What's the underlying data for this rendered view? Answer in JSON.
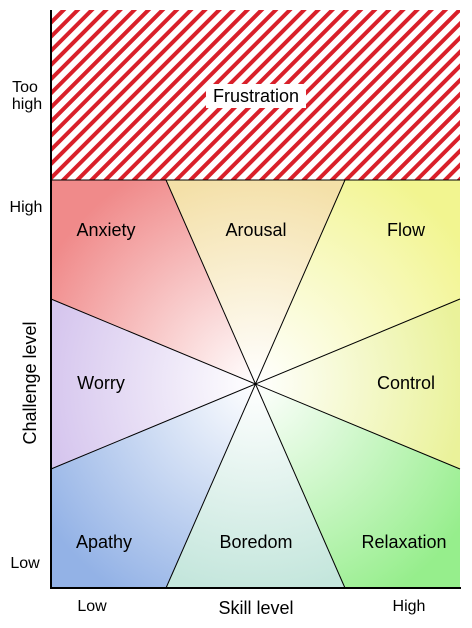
{
  "colors": {
    "anxiety": "#f08a8a",
    "arousal": "#f4e0a8",
    "flow": "#f2f590",
    "worry": "#d6c6ee",
    "control": "#eaf29a",
    "apathy": "#93b2e6",
    "boredom": "#c4e6dc",
    "relaxation": "#96ee8c",
    "hatch": "#d9202a"
  },
  "frustration_label": "Frustration",
  "regions": {
    "anxiety": "Anxiety",
    "arousal": "Arousal",
    "flow": "Flow",
    "worry": "Worry",
    "control": "Control",
    "apathy": "Apathy",
    "boredom": "Boredom",
    "relaxation": "Relaxation"
  },
  "y_axis": {
    "title": "Challenge level",
    "tick_too_high_line1": "Too",
    "tick_too_high_line2": "high",
    "tick_high": "High",
    "tick_low": "Low"
  },
  "x_axis": {
    "title": "Skill level",
    "tick_low": "Low",
    "tick_high": "High"
  }
}
